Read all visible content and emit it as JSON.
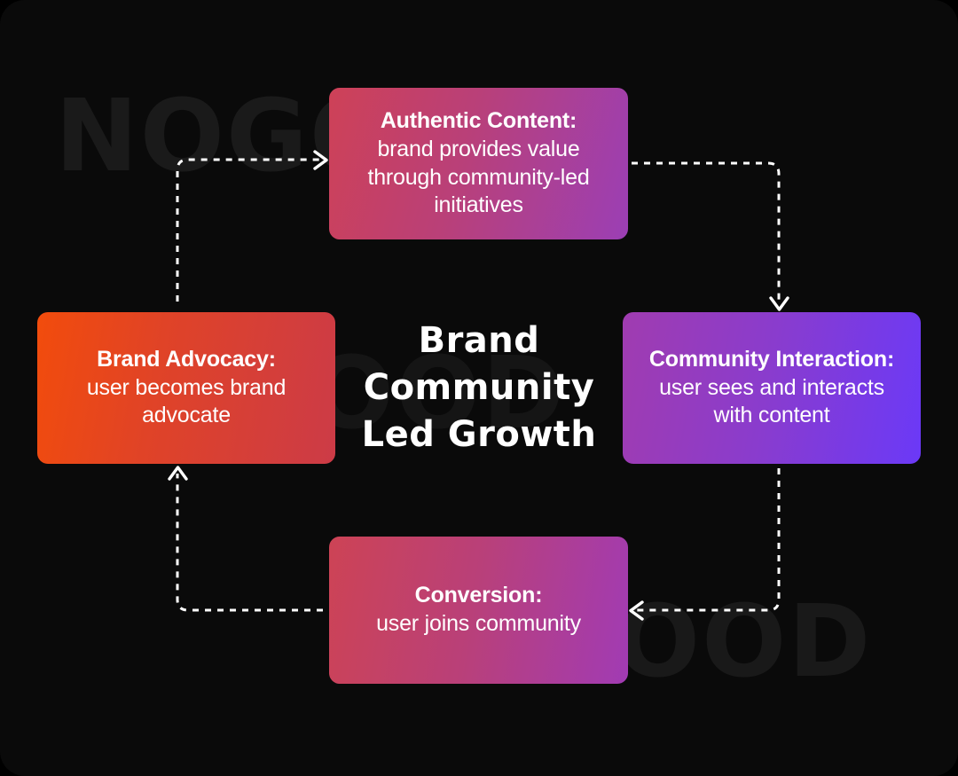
{
  "diagram": {
    "center_title_lines": [
      "Brand",
      "Community",
      "Led Growth"
    ],
    "watermark": {
      "top": "NOGOOD",
      "middle": "NOGOOD",
      "bottom": "GOOD"
    },
    "nodes": [
      {
        "id": "authentic-content",
        "title": "Authentic Content:",
        "description": "brand provides value through community-led initiatives",
        "gradient_from": "#ce4157",
        "gradient_to": "#9b3fb5"
      },
      {
        "id": "community-interaction",
        "title": "Community Interaction:",
        "description": "user sees and interacts with content",
        "gradient_from": "#a03cb0",
        "gradient_to": "#6b39f7"
      },
      {
        "id": "conversion",
        "title": "Conversion:",
        "description": "user joins community",
        "gradient_from": "#cd4355",
        "gradient_to": "#a13bb4"
      },
      {
        "id": "brand-advocacy",
        "title": "Brand Advocacy:",
        "description": "user becomes brand advocate",
        "gradient_from": "#f24c0c",
        "gradient_to": "#cc3b47"
      }
    ],
    "connectors": [
      {
        "id": "advocacy-to-authentic",
        "from": "brand-advocacy",
        "to": "authentic-content",
        "style": "dashed",
        "arrow": "right"
      },
      {
        "id": "authentic-to-community",
        "from": "authentic-content",
        "to": "community-interaction",
        "style": "dashed",
        "arrow": "down"
      },
      {
        "id": "community-to-conversion",
        "from": "community-interaction",
        "to": "conversion",
        "style": "dashed",
        "arrow": "left"
      },
      {
        "id": "conversion-to-advocacy",
        "from": "conversion",
        "to": "brand-advocacy",
        "style": "dashed",
        "arrow": "up"
      }
    ],
    "background_color": "#0a0a0a",
    "connector_color": "#ffffff",
    "text_color": "#ffffff"
  }
}
